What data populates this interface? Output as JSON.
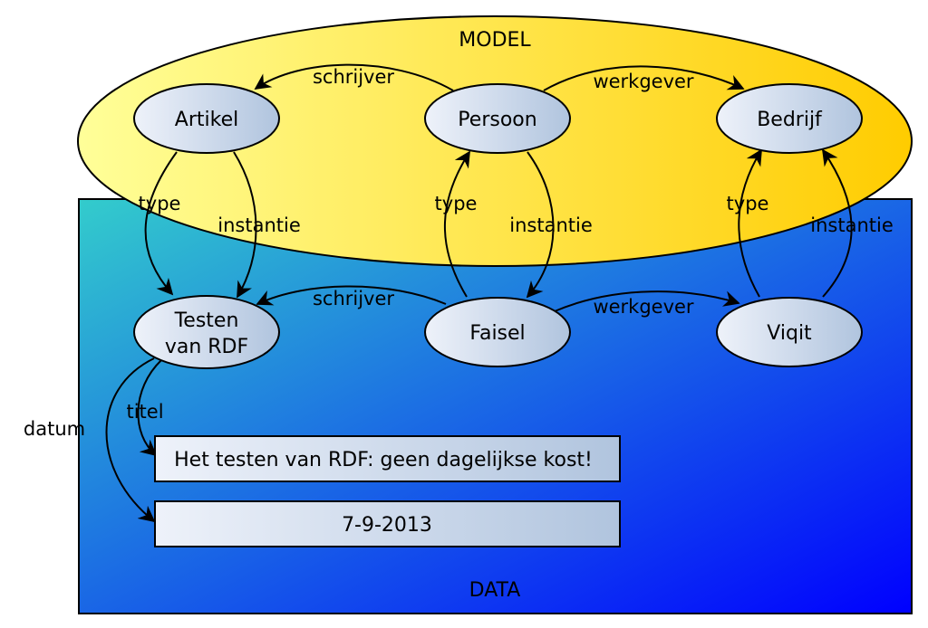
{
  "regions": {
    "model_label": "MODEL",
    "data_label": "DATA"
  },
  "nodes": {
    "artikel": "Artikel",
    "persoon": "Persoon",
    "bedrijf": "Bedrijf",
    "testen_line1": "Testen",
    "testen_line2": "van RDF",
    "faisel": "Faisel",
    "viqit": "Viqit"
  },
  "literals": {
    "titel_value": "Het testen van RDF: geen dagelijkse kost!",
    "datum_value": "7-9-2013"
  },
  "edges": {
    "schrijver_model": "schrijver",
    "werkgever_model": "werkgever",
    "type_artikel": "type",
    "instantie_artikel": "instantie",
    "type_persoon": "type",
    "instantie_persoon": "instantie",
    "type_bedrijf": "type",
    "instantie_bedrijf": "instantie",
    "schrijver_data": "schrijver",
    "werkgever_data": "werkgever",
    "titel": "titel",
    "datum": "datum"
  },
  "colors": {
    "model_fill_start": "#ffff99",
    "model_fill_end": "#ffcc00",
    "data_fill_start": "#33cccc",
    "data_fill_end": "#0000ff",
    "node_fill_start": "#eef2fa",
    "node_fill_end": "#b0c4de"
  }
}
